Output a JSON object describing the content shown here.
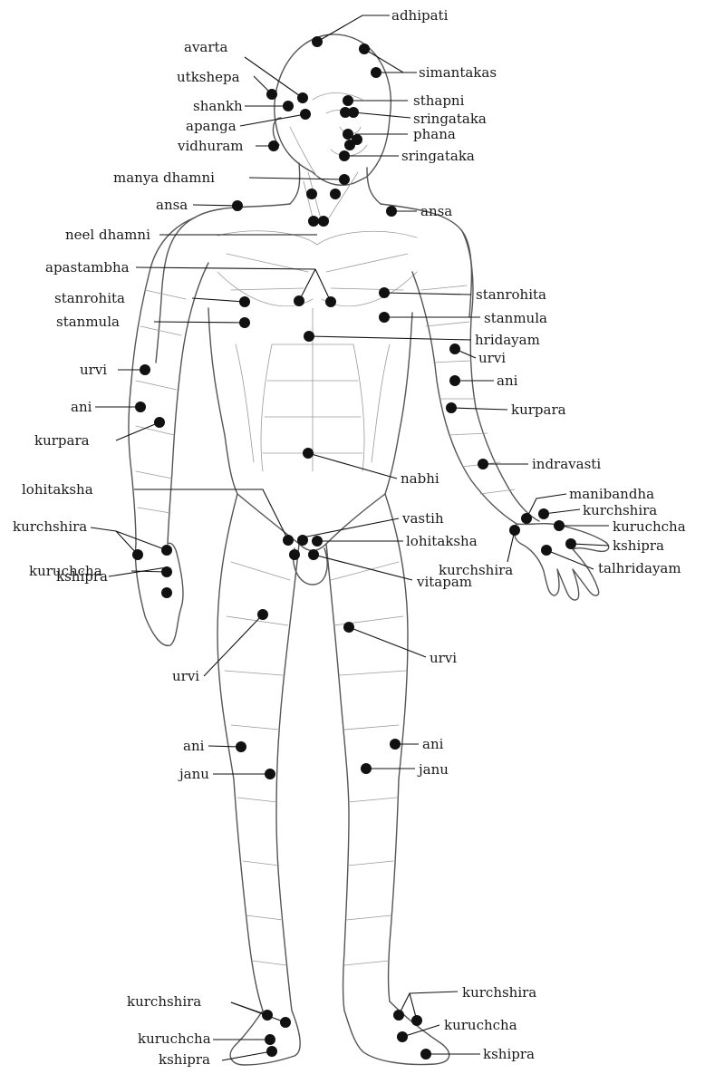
{
  "labels": {
    "adhipati": "adhipati",
    "simantakas": "simantakas",
    "avarta": "avarta",
    "utkshepa": "utkshepa",
    "shankh": "shankh",
    "apanga": "apanga",
    "vidhuram": "vidhuram",
    "sthapni": "sthapni",
    "sringataka_1": "sringataka",
    "phana": "phana",
    "sringataka_2": "sringataka",
    "manya_dhamni": "manya dhamni",
    "ansa_left": "ansa",
    "ansa_right": "ansa",
    "neel_dhamni": "neel dhamni",
    "apastambha": "apastambha",
    "stanrohita_left": "stanrohita",
    "stanmula_left": "stanmula",
    "stanrohita_right": "stanrohita",
    "stanmula_right": "stanmula",
    "hridayam": "hridayam",
    "urvi_arm_left": "urvi",
    "urvi_arm_right": "urvi",
    "ani_arm_left": "ani",
    "ani_arm_right": "ani",
    "kurpara_left": "kurpara",
    "kurpara_right": "kurpara",
    "indravasti": "indravasti",
    "nabhi": "nabhi",
    "lohitaksha_left": "lohitaksha",
    "vastih": "vastih",
    "lohitaksha_right": "lohitaksha",
    "manibandha": "manibandha",
    "kurchshira_hand_right": "kurchshira",
    "kuruchcha_hand_right": "kuruchcha",
    "kshipra_hand_right": "kshipra",
    "talhridayam": "talhridayam",
    "kurchshira_palm": "kurchshira",
    "kurchshira_hand_left": "kurchshira",
    "kuruchcha_hand_left": "kuruchcha",
    "kshipra_hand_left": "kshipra",
    "vitapam": "vitapam",
    "urvi_leg_left": "urvi",
    "urvi_leg_right": "urvi",
    "ani_leg_left": "ani",
    "ani_leg_right": "ani",
    "janu_left": "janu",
    "janu_right": "janu",
    "kurchshira_foot_left": "kurchshira",
    "kuruchcha_foot_left": "kuruchcha",
    "kshipra_foot_left": "kshipra",
    "kurchshira_foot_right": "kurchshira",
    "kuruchcha_foot_right": "kuruchcha",
    "kshipra_foot_right": "kshipra"
  }
}
